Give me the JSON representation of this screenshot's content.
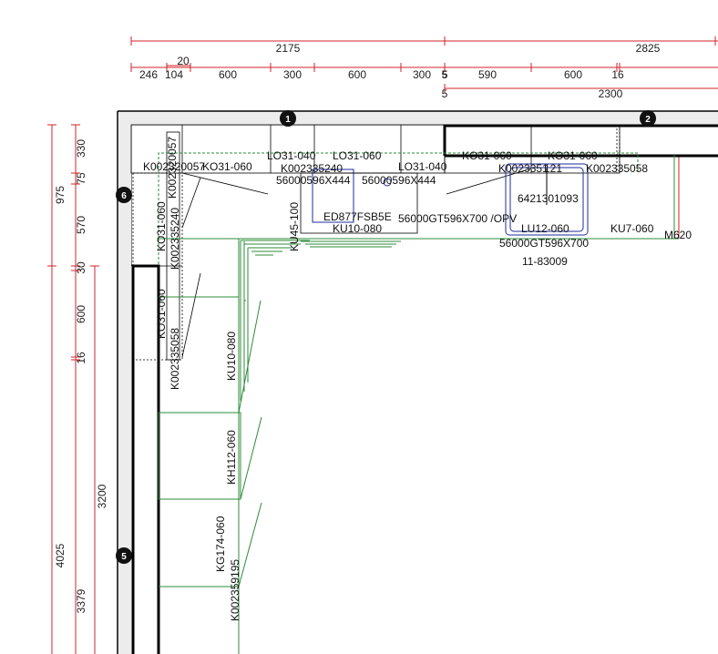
{
  "dimensions": {
    "top_row1": [
      "2175",
      "2825"
    ],
    "top_row2": [
      "20"
    ],
    "top_row3": [
      "246",
      "104",
      "600",
      "300",
      "600",
      "300",
      "5",
      "590",
      "600",
      "16"
    ],
    "top_row4": [
      "5",
      "2300"
    ],
    "left_col1": [
      "975",
      "4025"
    ],
    "left_col2": [
      "330",
      "75",
      "570",
      "30",
      "600",
      "16",
      "3379"
    ],
    "left_col3": [
      "3200"
    ]
  },
  "markers": [
    "1",
    "2",
    "5",
    "6"
  ],
  "labels": {
    "lo31_040_a": "LO31-040",
    "lo31_060": "LO31-060",
    "k002335240_top": "K002335240",
    "ref_56000596x444_a": "56000596X444",
    "ref_56000596x444_b": "56000596X444",
    "lo31_040_b": "LO31-040",
    "ko31_060_a": "KO31-060",
    "ko31_060_b": "KO31-060",
    "k00233512_partial": "K0023351",
    "k002335121": "121",
    "k002335058_top": "K002335058",
    "k002320057_h": "K002320057",
    "ko31_060_c": "KO31-060",
    "k002320057_v": "K002320057",
    "ko31_060_v1": "KO31-060",
    "k002335240_v": "K002335240",
    "ku45_100": "KU45-100",
    "ed877": "ED877FSB5E",
    "ku10_080_a": "KU10-080",
    "ref_56000gt596x700_opv": "56000GT596X700 /OPV",
    "ref_6421301093": "6421301093",
    "lu12_060": "LU12-060",
    "ref_56000gt596x700": "56000GT596X700",
    "ref_11_83009": "11-83009",
    "ku7_060": "KU7-060",
    "m620": "M620",
    "ko31_060_v2": "KO31-060",
    "k002335058_v": "K002335058",
    "ku10_080_b": "KU10-080",
    "kh112_060": "KH112-060",
    "kg174_060": "KG174-060",
    "k002359195": "K002359195"
  },
  "colors": {
    "dimension": "#d2232a",
    "cabinet": "#2e8b3a",
    "appliance": "#1f2a9c",
    "wall": "#000000"
  }
}
